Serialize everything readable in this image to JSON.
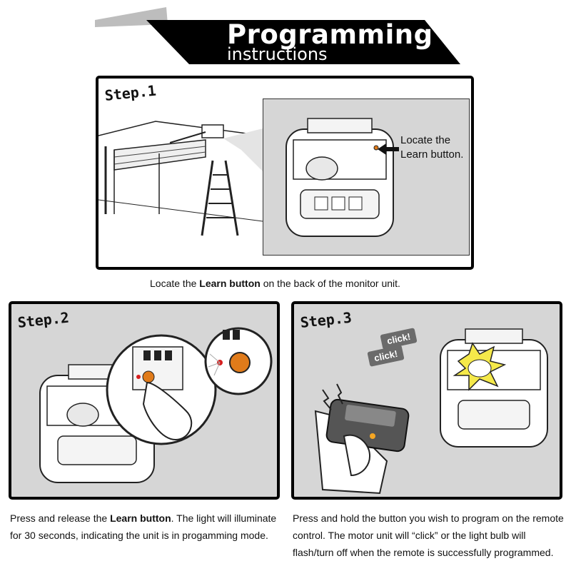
{
  "header": {
    "title": "Programming",
    "subtitle": "instructions"
  },
  "step1": {
    "label": "Step.1",
    "callout_line1": "Locate the",
    "callout_line2": "Learn button.",
    "caption_pre": "Locate the ",
    "caption_bold": "Learn button",
    "caption_post": " on the back of the monitor unit."
  },
  "step2": {
    "label": "Step.2",
    "caption_pre": "Press and release the ",
    "caption_bold": "Learn button",
    "caption_post": ". The light will illuminate for 30 seconds, indicating the unit is in progamming mode."
  },
  "step3": {
    "label": "Step.3",
    "click1": "click!",
    "click2": "click!",
    "caption": "Press and hold the button you wish to program on the remote control. The motor unit will “click” or the light bulb will flash/turn off when the remote is successfully programmed."
  },
  "colors": {
    "banner": "#000000",
    "banner_accent": "#bdbdbd",
    "panel_gray": "#d6d6d6",
    "learn_button": "#e07b1a",
    "led": "#d61f1f"
  }
}
